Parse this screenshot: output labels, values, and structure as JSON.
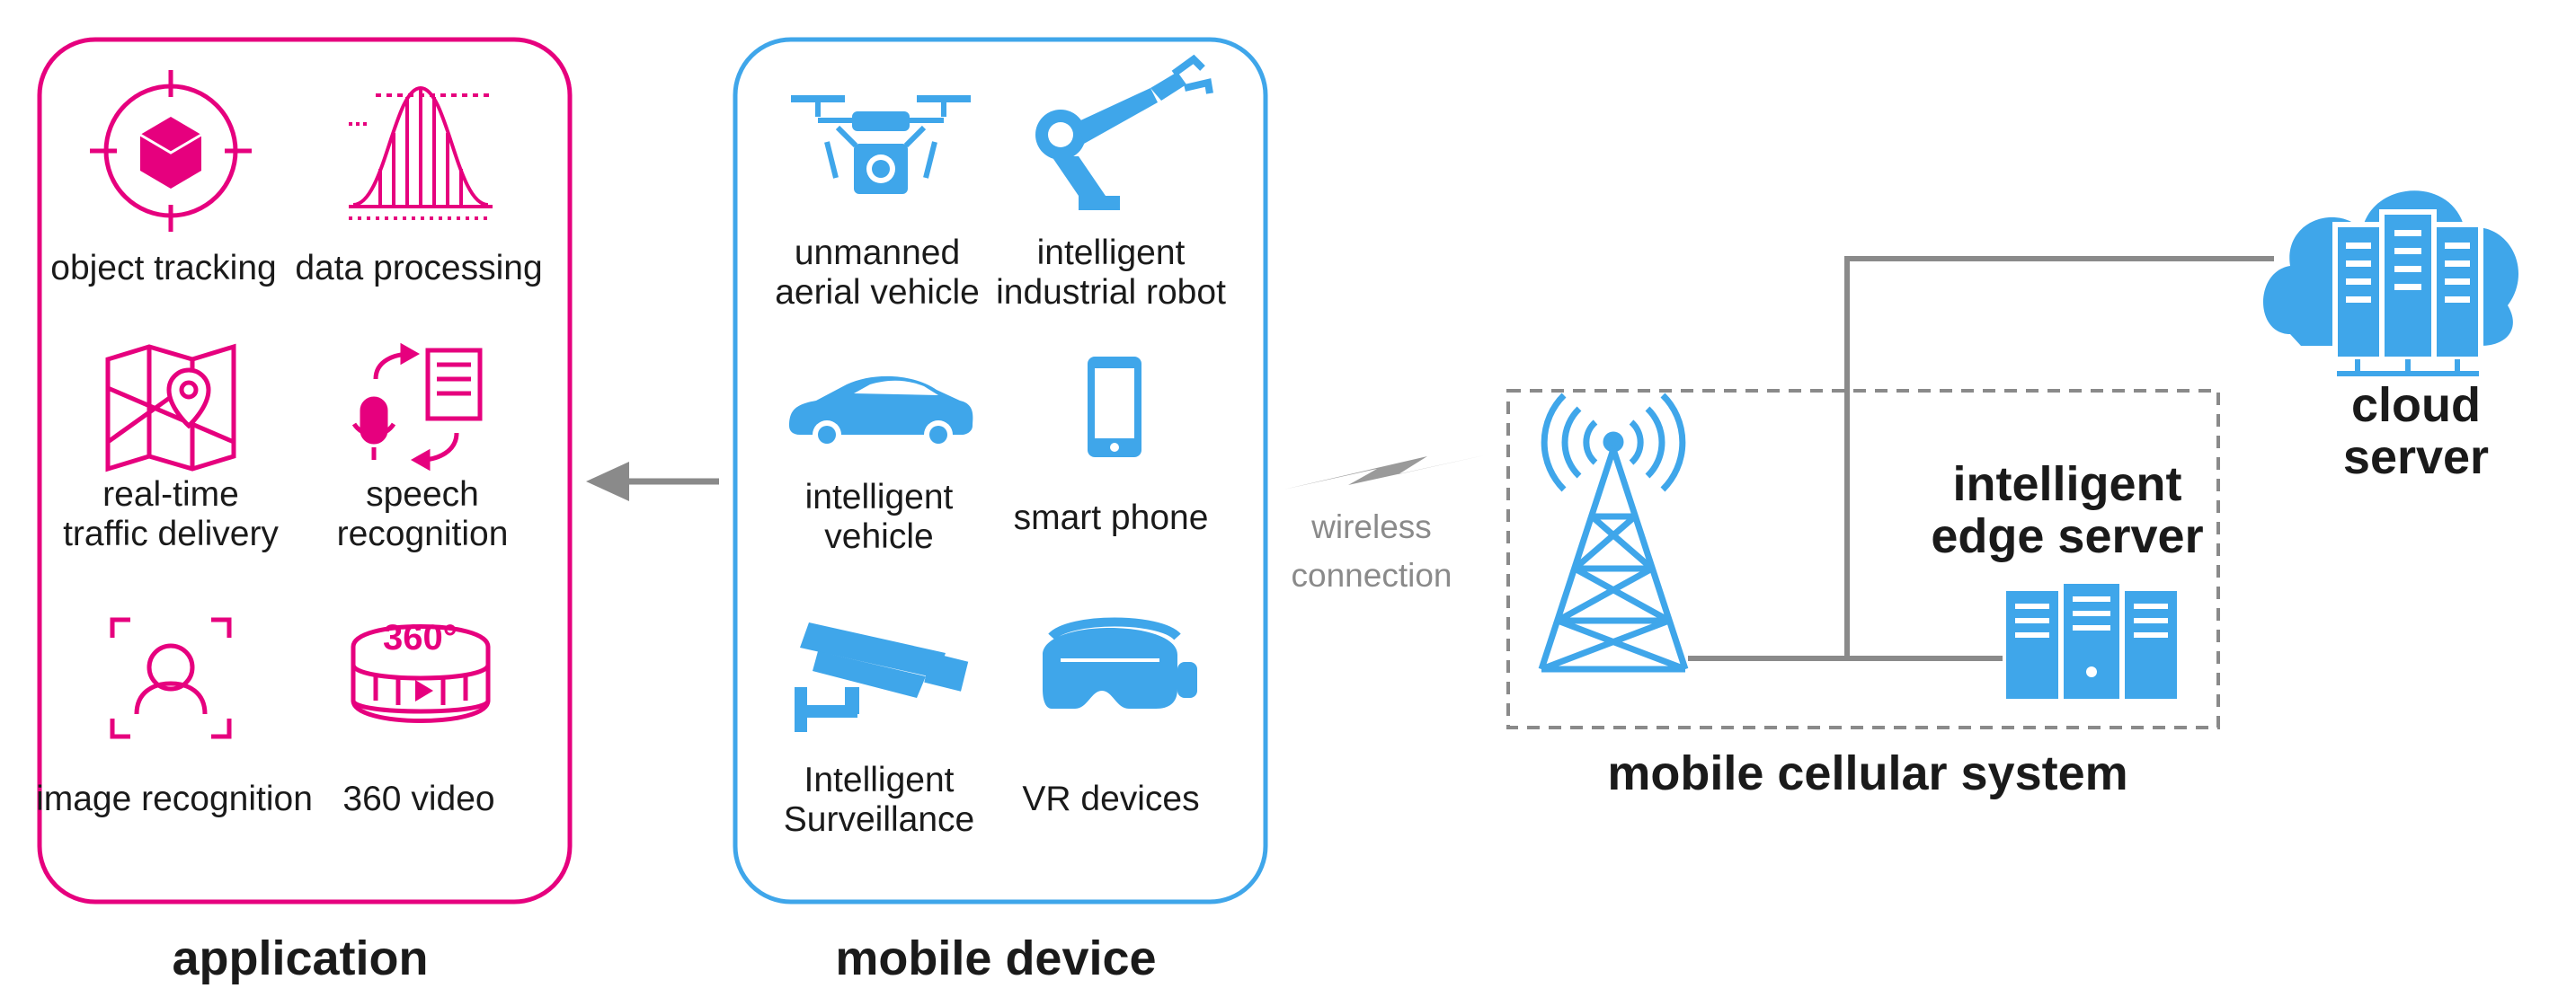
{
  "colors": {
    "application": "#e6007e",
    "device": "#3fa6ea",
    "network": "#3fa6ea",
    "line": "#8a8a8a"
  },
  "application": {
    "title": "application",
    "items": [
      {
        "icon": "object-tracking-icon",
        "label": "object tracking"
      },
      {
        "icon": "data-processing-icon",
        "label": "data processing"
      },
      {
        "icon": "traffic-map-icon",
        "label": "real-time\ntraffic delivery"
      },
      {
        "icon": "speech-recognition-icon",
        "label": "speech\nrecognition"
      },
      {
        "icon": "image-recognition-icon",
        "label": "image recognition"
      },
      {
        "icon": "video-360-icon",
        "label": "360 video",
        "badge": "360°"
      }
    ]
  },
  "mobile_device": {
    "title": "mobile device",
    "items": [
      {
        "icon": "drone-icon",
        "label": "unmanned\naerial vehicle"
      },
      {
        "icon": "robot-arm-icon",
        "label": "intelligent\nindustrial robot"
      },
      {
        "icon": "car-icon",
        "label": "intelligent\nvehicle"
      },
      {
        "icon": "smartphone-icon",
        "label": "smart phone"
      },
      {
        "icon": "surveillance-camera-icon",
        "label": "Intelligent\nSurveillance"
      },
      {
        "icon": "vr-headset-icon",
        "label": "VR devices"
      }
    ]
  },
  "wireless_label": "wireless\nconnection",
  "cellular": {
    "title": "mobile cellular system",
    "edge_server_label": "intelligent\nedge server",
    "cloud_server_label": "cloud server"
  }
}
